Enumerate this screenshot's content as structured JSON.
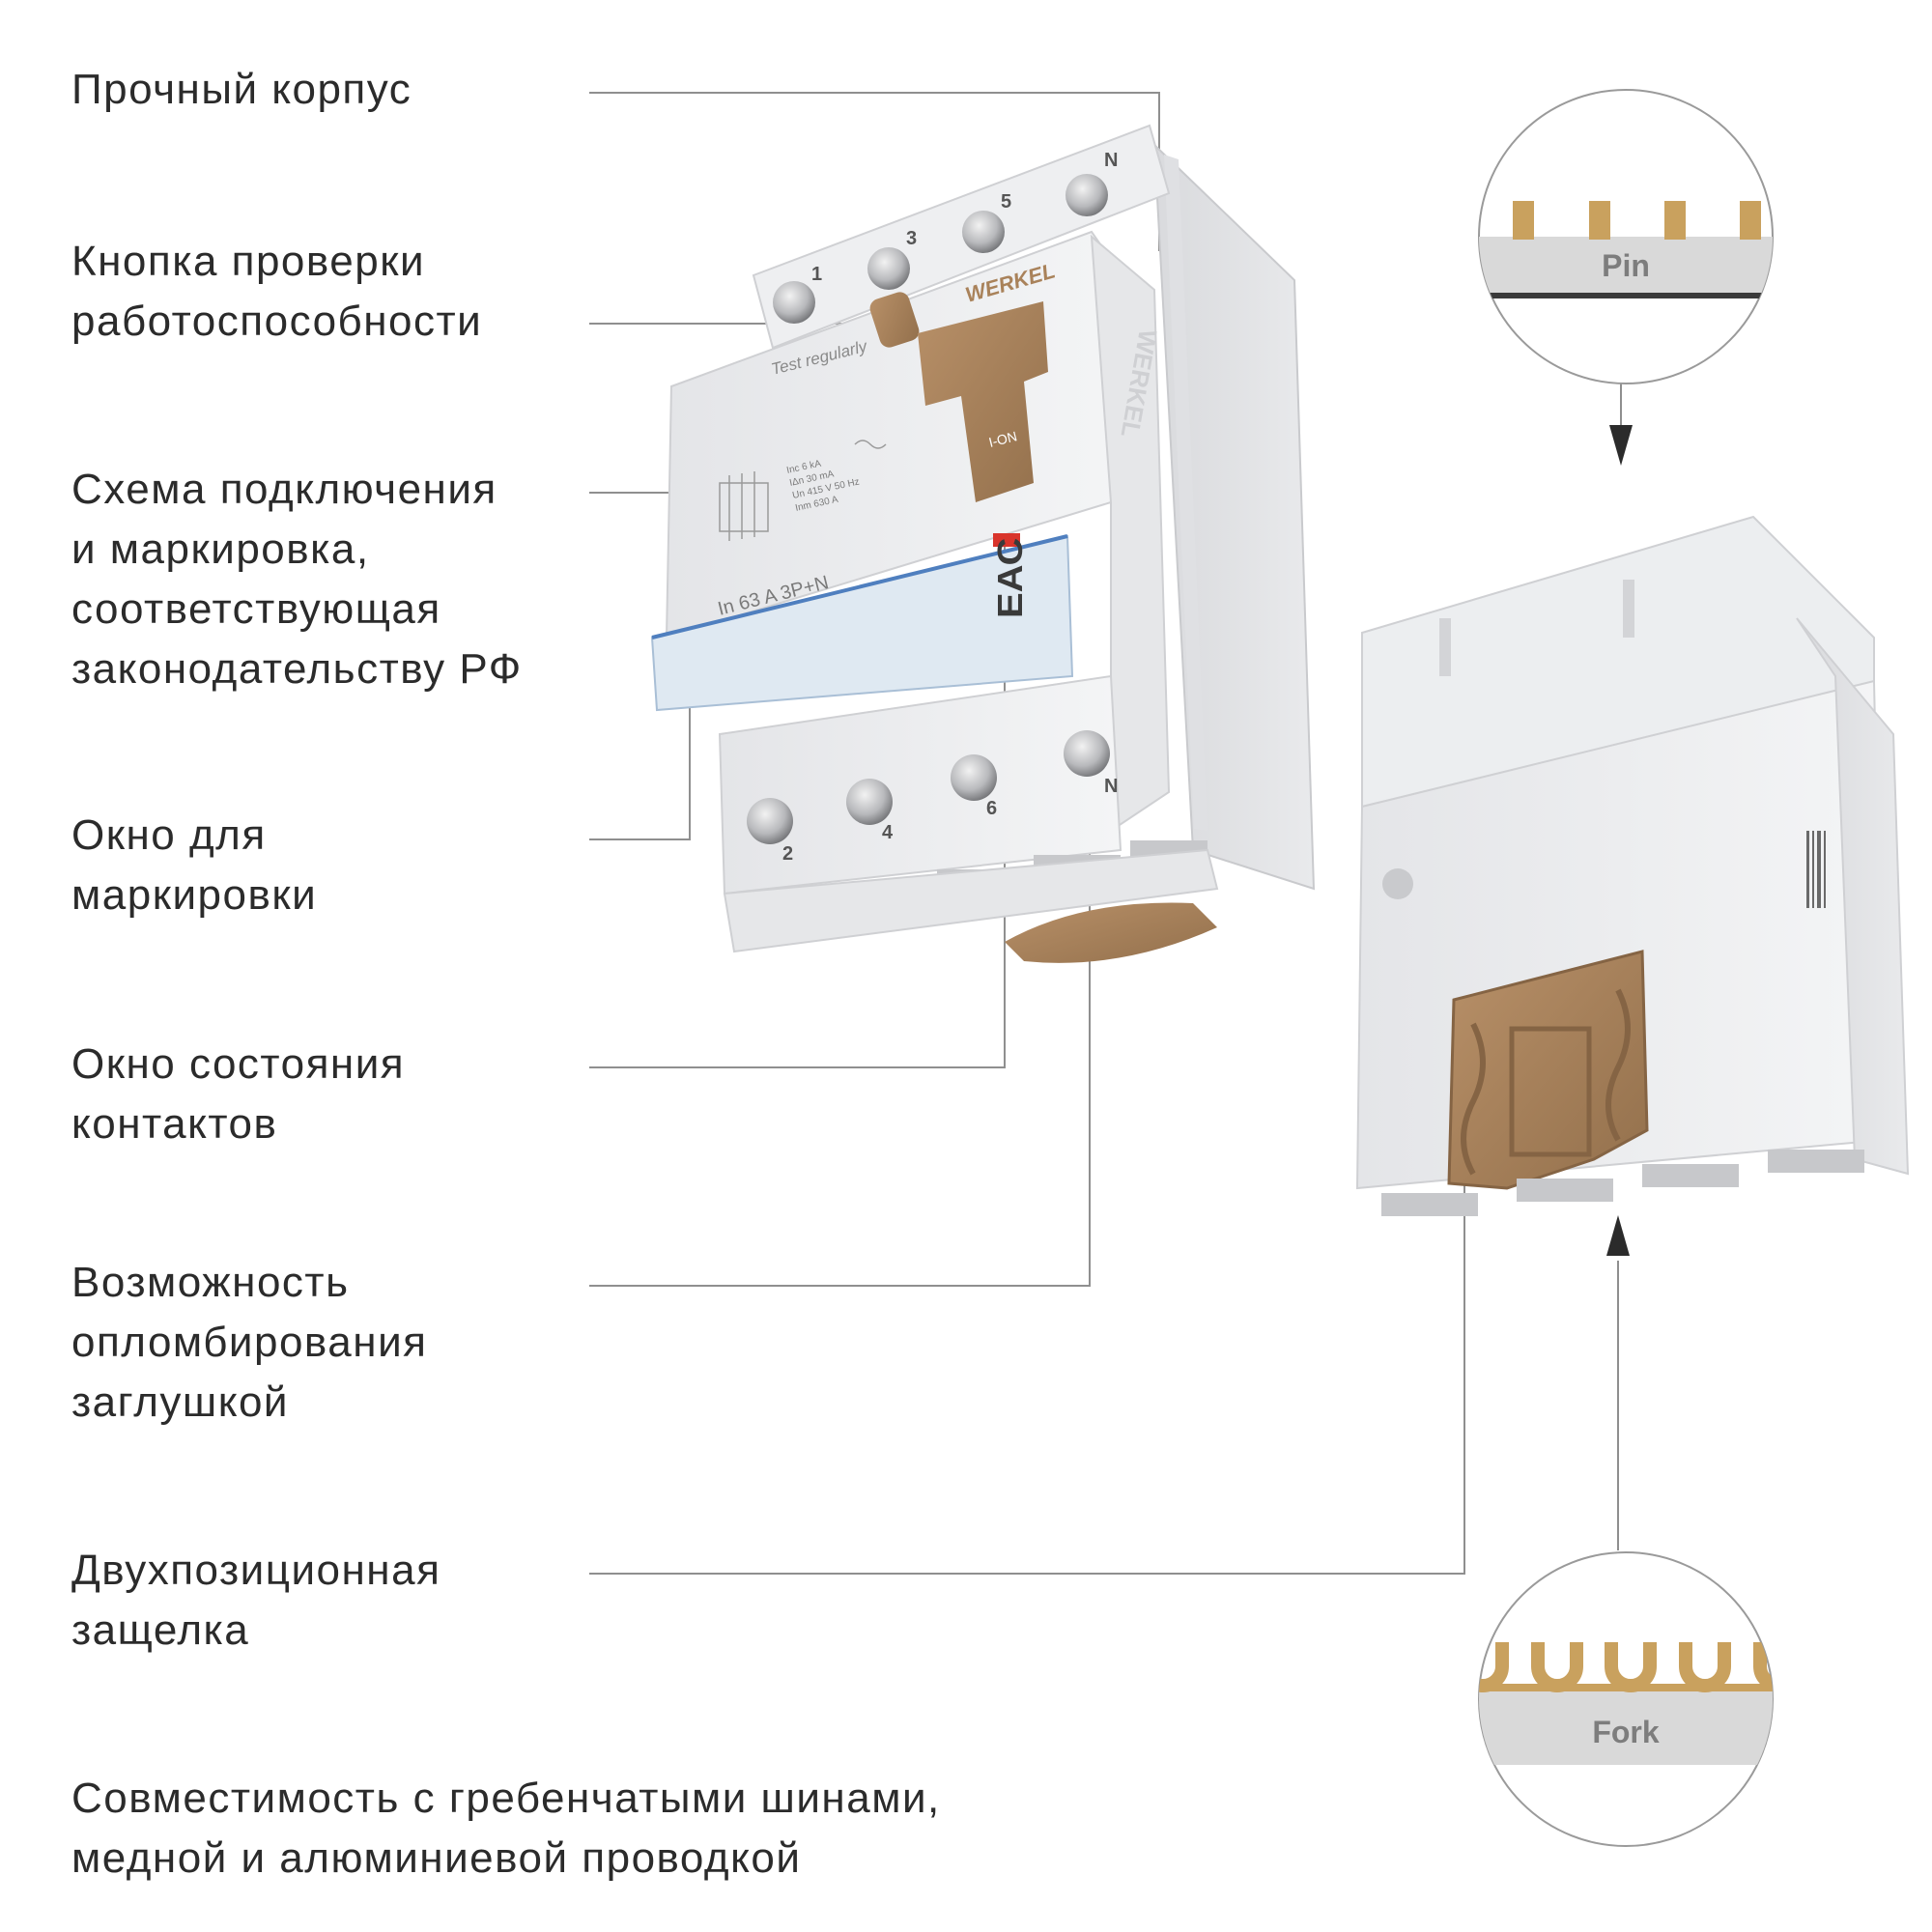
{
  "features": [
    {
      "id": "housing",
      "lines": [
        "Прочный корпус"
      ]
    },
    {
      "id": "test-button",
      "lines": [
        "Кнопка проверки",
        "работоспособности"
      ]
    },
    {
      "id": "wiring-diagram",
      "lines": [
        "Схема подключения",
        "и маркировка,",
        "соответствующая",
        "законодательству РФ"
      ]
    },
    {
      "id": "marking-window",
      "lines": [
        "Окно для",
        "маркировки"
      ]
    },
    {
      "id": "contact-window",
      "lines": [
        "Окно состояния",
        "контактов"
      ]
    },
    {
      "id": "sealing",
      "lines": [
        "Возможность",
        "опломбирования",
        "заглушкой"
      ]
    },
    {
      "id": "latch",
      "lines": [
        "Двухпозиционная",
        "защелка"
      ]
    },
    {
      "id": "busbar",
      "lines": [
        "Совместимость с гребенчатыми шинами,",
        "медной и алюминиевой проводкой"
      ]
    }
  ],
  "device": {
    "brand": "WERKEL",
    "test_label": "Test regularly",
    "rating": "In 63 A 3P+N",
    "switch_label": "I-ON",
    "cert_mark": "ЕАС",
    "specs": [
      "Inc 6 kA",
      "IΔn 30 mA",
      "Un 415 V 50 Hz",
      "Inm 630 A"
    ],
    "top_terminals": [
      "1",
      "3",
      "5",
      "N"
    ],
    "bottom_terminals": [
      "2",
      "4",
      "6",
      "N"
    ]
  },
  "busbars": {
    "pin_label": "Pin",
    "fork_label": "Fork"
  },
  "colors": {
    "text": "#2b2b2b",
    "leader_line": "#8f8f8f",
    "body": "#ecedef",
    "brown": "#a9825a",
    "copper": "#c9a15e",
    "label_strip": "#dfe9f2",
    "badge_gray": "#d9d9d9"
  }
}
